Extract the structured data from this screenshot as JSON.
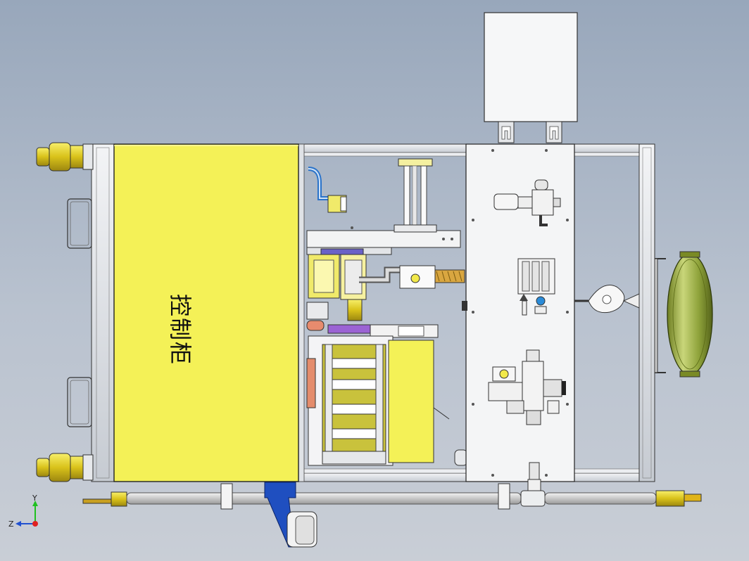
{
  "drawing": {
    "cabinet_label_chars": [
      "控",
      "制",
      "柜"
    ]
  },
  "triad": {
    "y_label": "Y",
    "z_label": "Z"
  },
  "colors": {
    "cabinet_yellow": "#f4f157",
    "frame_gray": "#d9dde2",
    "tank_green": "#8fa03a",
    "bracket_blue": "#1f4fc0",
    "fitting_yellow": "#e0c820",
    "panel_white": "#f4f5f6"
  }
}
